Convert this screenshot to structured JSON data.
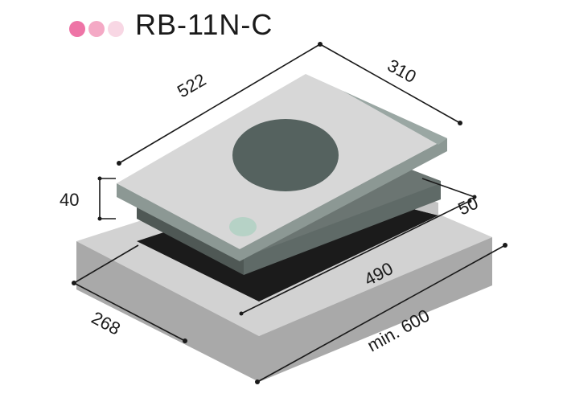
{
  "header": {
    "model": "RB-11N-C",
    "dot_colors": [
      "#ee74a6",
      "#f4a9c5",
      "#f8d7e4"
    ]
  },
  "dimensions": {
    "depth": "522",
    "width": "310",
    "height": "40",
    "cutout_depth": "490",
    "cutout_width": "268",
    "offset": "50",
    "counter_min": "min. 600"
  },
  "colors": {
    "counter_top": "#d2d2d2",
    "counter_side": "#a9a9a9",
    "cutout": "#1b1b1b",
    "hob_top": "#d7d7d7",
    "hob_edge": "#8c9894",
    "zone": "#55625f",
    "control": "#b6d2c6",
    "line": "#1a1a1a"
  }
}
